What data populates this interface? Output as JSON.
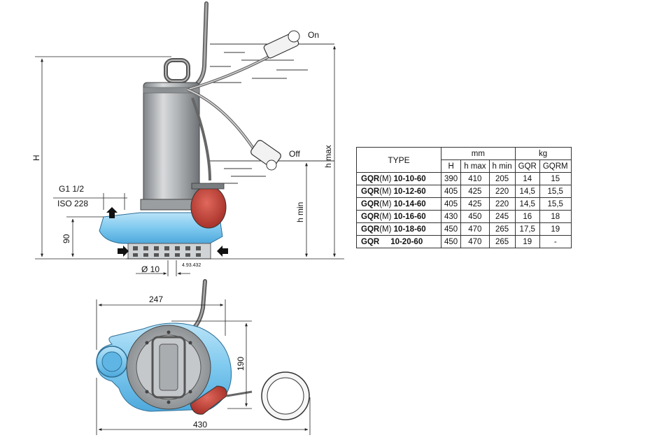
{
  "side_view": {
    "on_label": "On",
    "off_label": "Off",
    "h_label": "H",
    "h_max_label": "h max",
    "h_min_label": "h min",
    "thread_label_1": "G1 1/2",
    "thread_label_2": "ISO 228",
    "height_90_label": "90",
    "diameter_label": "Ø 10",
    "ref_code": "4.93.432"
  },
  "top_view": {
    "width_247_label": "247",
    "depth_190_label": "190",
    "width_430_label": "430"
  },
  "table": {
    "type_header": "TYPE",
    "mm_header": "mm",
    "kg_header": "kg",
    "columns": [
      "H",
      "h max",
      "h min",
      "GQR",
      "GQRM"
    ],
    "rows": [
      {
        "series": "GQR",
        "suffix": "(M)",
        "model": "10-10-60",
        "values": [
          "390",
          "410",
          "205",
          "14",
          "15"
        ]
      },
      {
        "series": "GQR",
        "suffix": "(M)",
        "model": "10-12-60",
        "values": [
          "405",
          "425",
          "220",
          "14,5",
          "15,5"
        ]
      },
      {
        "series": "GQR",
        "suffix": "(M)",
        "model": "10-14-60",
        "values": [
          "405",
          "425",
          "220",
          "14,5",
          "15,5"
        ]
      },
      {
        "series": "GQR",
        "suffix": "(M)",
        "model": "10-16-60",
        "values": [
          "430",
          "450",
          "245",
          "16",
          "18"
        ]
      },
      {
        "series": "GQR",
        "suffix": "(M)",
        "model": "10-18-60",
        "values": [
          "450",
          "470",
          "265",
          "17,5",
          "19"
        ]
      },
      {
        "series": "GQR",
        "suffix": "",
        "model": "10-20-60",
        "values": [
          "450",
          "470",
          "265",
          "19",
          "-"
        ]
      }
    ]
  },
  "colors": {
    "pump_blue": "#7ec9ef",
    "body_gray": "#a9acae",
    "float_red": "#c9473c",
    "line": "#222222"
  }
}
